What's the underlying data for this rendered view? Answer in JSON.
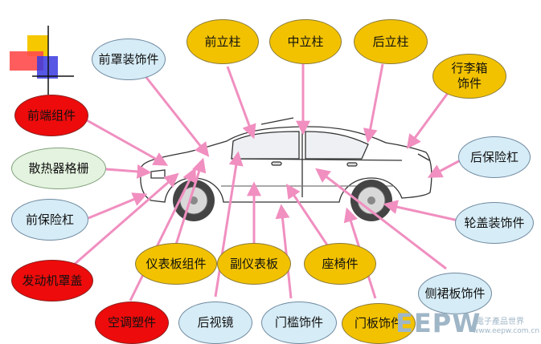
{
  "labels": {
    "front_hood_trim": "前罩装饰件",
    "a_pillar": "前立柱",
    "b_pillar": "中立柱",
    "c_pillar": "后立柱",
    "trunk_trim": "行李箱饰件",
    "front_end_module": "前端组件",
    "radiator_grille": "散热器格栅",
    "rear_bumper": "后保险杠",
    "front_bumper": "前保险杠",
    "wheel_cover_trim": "轮盖装饰件",
    "engine_cover": "发动机罩盖",
    "instrument_panel": "仪表板组件",
    "sub_instrument_panel": "副仪表板",
    "seat_parts": "座椅件",
    "side_skirt_trim": "侧裙板饰件",
    "ac_plastic_parts": "空调塑件",
    "rearview_mirror": "后视镜",
    "door_sill_trim": "门槛饰件",
    "door_panel_trim": "门板饰件"
  },
  "watermark": {
    "brand": "EEPW",
    "tagline": "電子產品世界",
    "url": "www.eepw.com.cn"
  },
  "colors": {
    "yellow": "#f2c200",
    "light_blue": "#d6ecf6",
    "light_green": "#e4f3df",
    "red": "#ee0b0b",
    "arrow_pink": "#f08fc0"
  }
}
